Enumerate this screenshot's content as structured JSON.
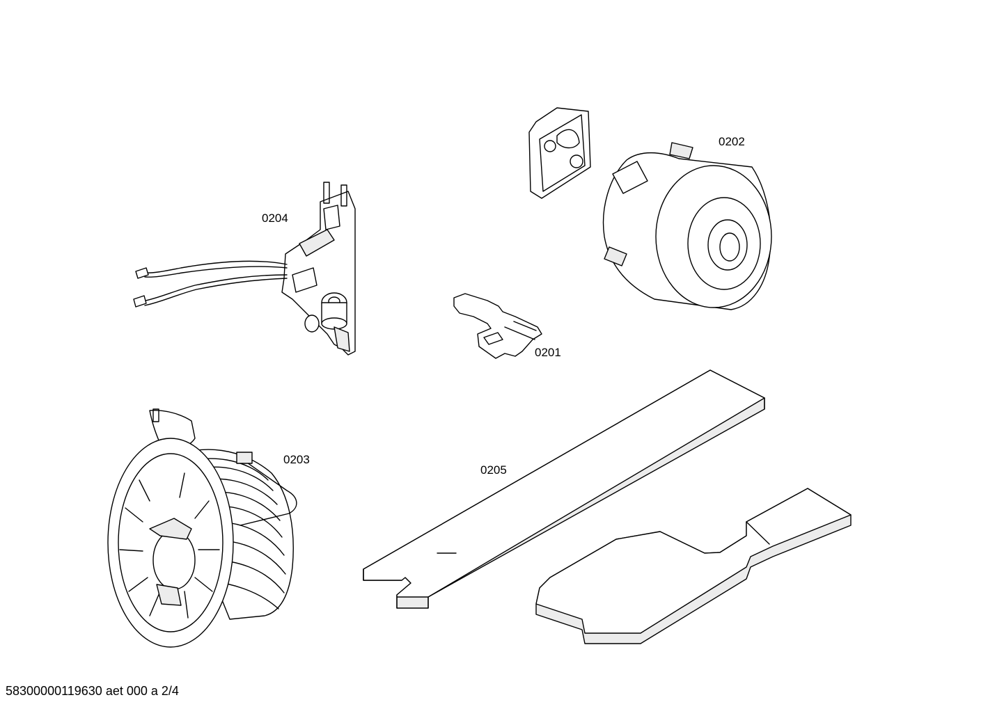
{
  "parts": [
    {
      "id": "0201",
      "label": "0201"
    },
    {
      "id": "0202",
      "label": "0202"
    },
    {
      "id": "0203",
      "label": "0203"
    },
    {
      "id": "0204",
      "label": "0204"
    },
    {
      "id": "0205",
      "label": "0205"
    }
  ],
  "footer": {
    "text": "58300000119630 aet 000 a 2/4"
  }
}
